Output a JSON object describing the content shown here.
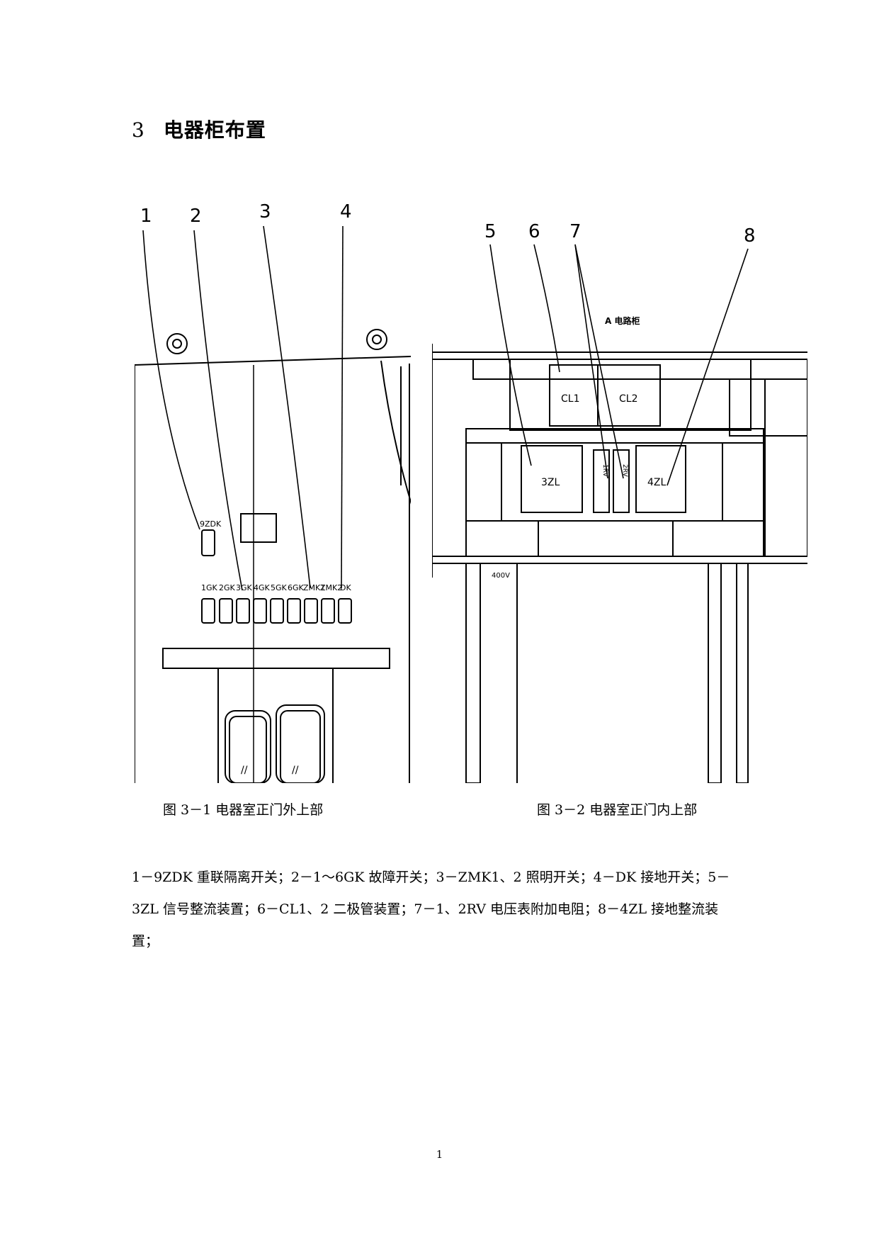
{
  "heading": {
    "number": "3",
    "title": "电器柜布置"
  },
  "figure1": {
    "callouts": [
      "1",
      "2",
      "3",
      "4"
    ],
    "labels": {
      "top_switch": "9ZDK",
      "switches": [
        "1GK",
        "2GK",
        "3GK",
        "4GK",
        "5GK",
        "6GK",
        "ZMK1",
        "ZMK2",
        "DK"
      ]
    },
    "caption": "图 3－1  电器室正门外上部"
  },
  "figure2": {
    "callouts": [
      "5",
      "6",
      "7",
      "8"
    ],
    "labels": {
      "header": "A 电路柜",
      "cl1": "CL1",
      "cl2": "CL2",
      "zl3": "3ZL",
      "zl4": "4ZL",
      "r1": "1RV",
      "r2": "2RV",
      "side": "400V"
    },
    "caption": "图 3－2  电器室正门内上部"
  },
  "legend": "1－9ZDK 重联隔离开关；2－1～6GK 故障开关；3－ZMK1、2 照明开关；4－DK 接地开关；5－3ZL 信号整流装置；6－CL1、2 二极管装置；7－1、2RV 电压表附加电阻；8－4ZL 接地整流装置；",
  "page_number": "1"
}
